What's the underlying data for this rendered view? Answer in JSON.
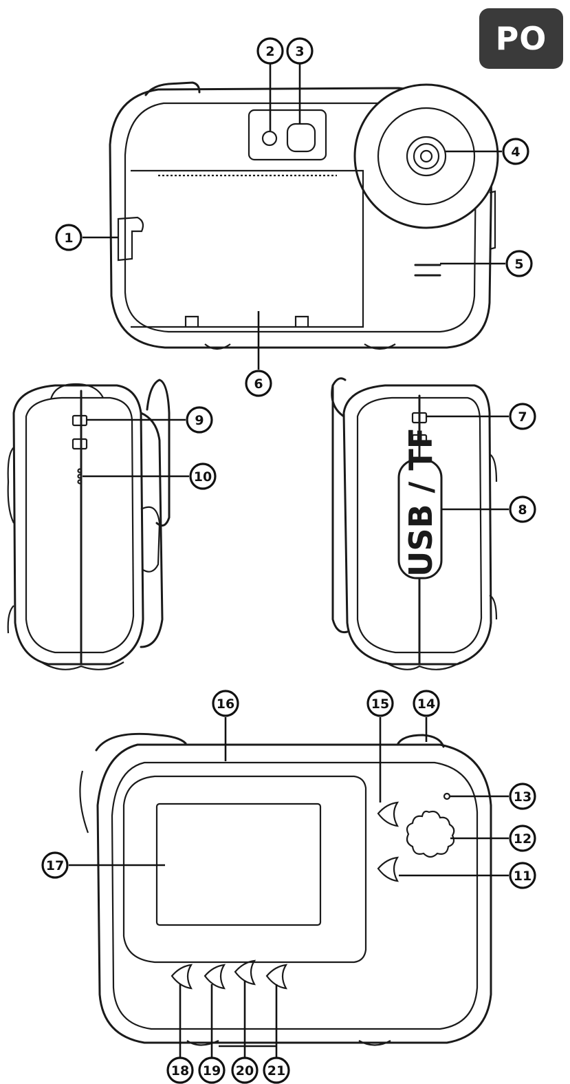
{
  "badge": {
    "text": "PO",
    "color": "#3a3a3a"
  },
  "port_label": "USB / TF",
  "callouts": [
    {
      "id": "1",
      "label": "1"
    },
    {
      "id": "2",
      "label": "2"
    },
    {
      "id": "3",
      "label": "3"
    },
    {
      "id": "4",
      "label": "4"
    },
    {
      "id": "5",
      "label": "5"
    },
    {
      "id": "6",
      "label": "6"
    },
    {
      "id": "7",
      "label": "7"
    },
    {
      "id": "8",
      "label": "8"
    },
    {
      "id": "9",
      "label": "9"
    },
    {
      "id": "10",
      "label": "10"
    },
    {
      "id": "11",
      "label": "11"
    },
    {
      "id": "12",
      "label": "12"
    },
    {
      "id": "13",
      "label": "13"
    },
    {
      "id": "14",
      "label": "14"
    },
    {
      "id": "15",
      "label": "15"
    },
    {
      "id": "16",
      "label": "16"
    },
    {
      "id": "17",
      "label": "17"
    },
    {
      "id": "18",
      "label": "18"
    },
    {
      "id": "19",
      "label": "19"
    },
    {
      "id": "20",
      "label": "20"
    },
    {
      "id": "21",
      "label": "21"
    }
  ]
}
